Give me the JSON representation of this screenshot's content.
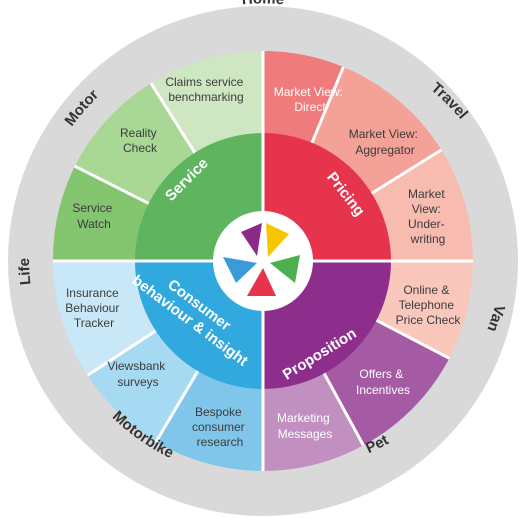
{
  "colors": {
    "ring": "#d9d9da",
    "service": "#5fb55f",
    "service_light": [
      "#cfe6c3",
      "#a9d796",
      "#83c66f"
    ],
    "pricing": "#e5344b",
    "pricing_light": [
      "#f07b7c",
      "#f4a198",
      "#f7bbb0",
      "#fac7bd"
    ],
    "proposition": "#8e2e8c",
    "proposition_light": [
      "#a55ba3",
      "#c18fc0"
    ],
    "consumer": "#31a9de",
    "consumer_light": [
      "#7fc6ea",
      "#a6d9f2",
      "#c9e8f7"
    ],
    "logo": [
      "#8b2b86",
      "#f7c600",
      "#3b9bd9",
      "#4caf50",
      "#e5344b"
    ]
  },
  "outer_ring": {
    "labels": [
      "Home",
      "Travel",
      "Van",
      "Pet",
      "Motorbike",
      "Life",
      "Motor"
    ]
  },
  "core": {
    "service": "Service",
    "pricing": "Pricing",
    "proposition": "Proposition",
    "consumer_line1": "Consumer",
    "consumer_line2": "behaviour & insight"
  },
  "segments": {
    "claims": [
      "Claims service",
      "benchmarking"
    ],
    "reality": [
      "Reality",
      "Check"
    ],
    "service_watch": [
      "Service",
      "Watch"
    ],
    "mv_direct": [
      "Market View:",
      "Direct"
    ],
    "mv_aggregator": [
      "Market View:",
      "Aggregator"
    ],
    "mv_underwriting": [
      "Market",
      "View:",
      "Under-",
      "writing"
    ],
    "online_check": [
      "Online &",
      "Telephone",
      "Price Check"
    ],
    "offers": [
      "Offers &",
      "Incentives"
    ],
    "marketing": [
      "Marketing",
      "Messages"
    ],
    "bespoke": [
      "Bespoke",
      "consumer",
      "research"
    ],
    "viewsbank": [
      "Viewsbank",
      "surveys"
    ],
    "ibt": [
      "Insurance",
      "Behaviour",
      "Tracker"
    ]
  }
}
